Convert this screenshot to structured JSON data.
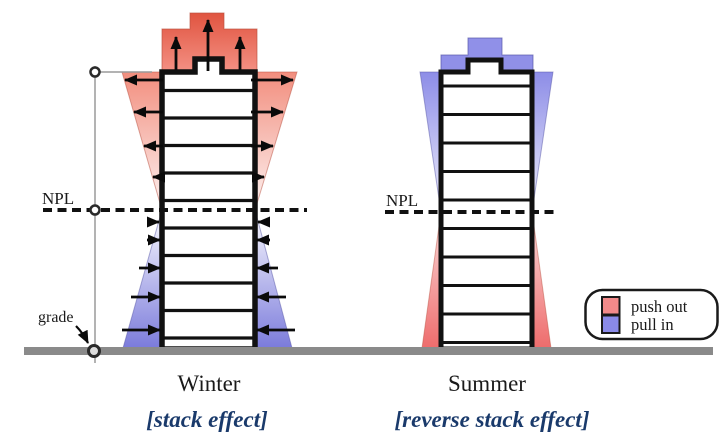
{
  "labels": {
    "npl_winter": "NPL",
    "npl_summer": "NPL",
    "grade": "grade",
    "winter_title": "Winter",
    "summer_title": "Summer",
    "winter_caption": "[stack effect]",
    "summer_caption": "[reverse stack effect]"
  },
  "legend": {
    "items": [
      {
        "label": "push out",
        "color": "#f28a8a"
      },
      {
        "label": "pull in",
        "color": "#8a8ae8"
      }
    ]
  },
  "colors": {
    "push_out_strong": "#e05440",
    "push_out_light": "#fdf3f2",
    "pull_in_strong": "#7b7bdb",
    "pull_in_light": "#fcfcff",
    "caption_text": "#1a3a6b",
    "ground": "#8a8a8a",
    "outline": "#111111"
  }
}
